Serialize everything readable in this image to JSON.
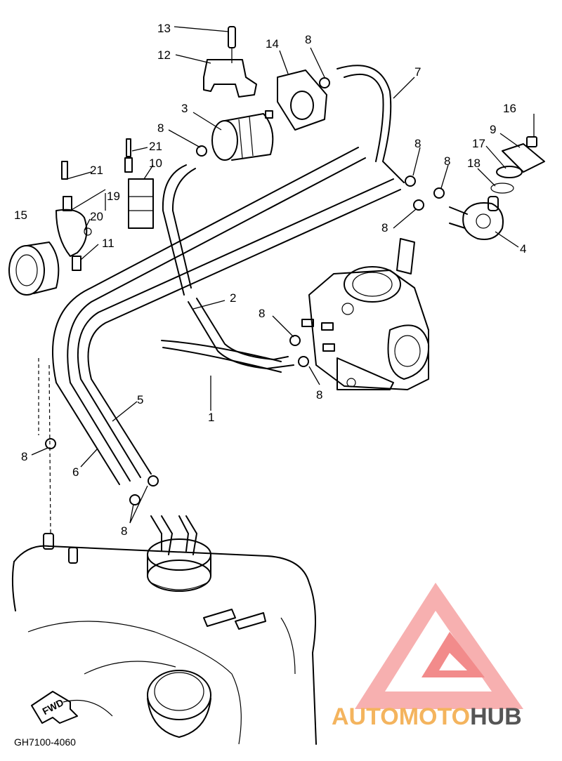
{
  "callouts": [
    {
      "id": "c13",
      "text": "13"
    },
    {
      "id": "c12",
      "text": "12"
    },
    {
      "id": "c14",
      "text": "14"
    },
    {
      "id": "c8a",
      "text": "8"
    },
    {
      "id": "c7",
      "text": "7"
    },
    {
      "id": "c3",
      "text": "3"
    },
    {
      "id": "c16",
      "text": "16"
    },
    {
      "id": "c8b",
      "text": "8"
    },
    {
      "id": "c21a",
      "text": "21"
    },
    {
      "id": "c9",
      "text": "9"
    },
    {
      "id": "c10",
      "text": "10"
    },
    {
      "id": "c17",
      "text": "17"
    },
    {
      "id": "c8c",
      "text": "8"
    },
    {
      "id": "c8d",
      "text": "8"
    },
    {
      "id": "c21b",
      "text": "21"
    },
    {
      "id": "c18",
      "text": "18"
    },
    {
      "id": "c19",
      "text": "19"
    },
    {
      "id": "c20",
      "text": "20"
    },
    {
      "id": "c15",
      "text": "15"
    },
    {
      "id": "c8e",
      "text": "8"
    },
    {
      "id": "c11",
      "text": "11"
    },
    {
      "id": "c4",
      "text": "4"
    },
    {
      "id": "c2",
      "text": "2"
    },
    {
      "id": "c8f",
      "text": "8"
    },
    {
      "id": "c8g",
      "text": "8"
    },
    {
      "id": "c1",
      "text": "1"
    },
    {
      "id": "c5",
      "text": "5"
    },
    {
      "id": "c8h",
      "text": "8"
    },
    {
      "id": "c6",
      "text": "6"
    },
    {
      "id": "c8i",
      "text": "8"
    }
  ],
  "fwd_label": "FWD",
  "diagram_code": "GH7100-4060",
  "watermark": {
    "part1": "AUTOMOTO",
    "part2": "HUB",
    "logo_color": "#f28b8b",
    "text_color": "#f4b45e",
    "hub_color": "#555555"
  }
}
